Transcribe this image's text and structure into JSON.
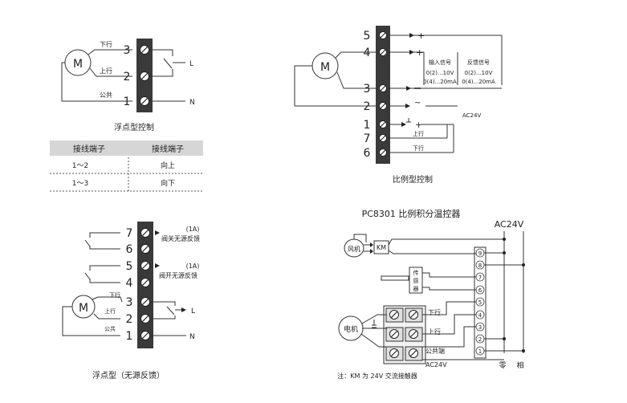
{
  "diagram1": {
    "motor": "M",
    "terminals": [
      "3",
      "2",
      "1"
    ],
    "label_down": "下行",
    "label_up": "上行",
    "label_common": "公共",
    "L": "L",
    "N": "N",
    "caption": "浮点型控制"
  },
  "wiring_table": {
    "headers": [
      "接线端子",
      "接线端子"
    ],
    "rows": [
      [
        "1～2",
        "向上"
      ],
      [
        "1～3",
        "向下"
      ]
    ]
  },
  "diagram2": {
    "motor": "M",
    "terminals": [
      "5",
      "4",
      "3",
      "2",
      "1",
      "7",
      "6"
    ],
    "input_signal": "输入信号",
    "input_v": "0(2)...10V",
    "input_ma": "0(4)...20mA",
    "feedback_signal": "反馈信号",
    "feedback_v": "0(2)...10V",
    "feedback_ma": "0(4)...20mA",
    "ac24v": "AC24V",
    "label_up": "上行",
    "label_down": "下行",
    "caption": "比例型控制"
  },
  "diagram3": {
    "motor": "M",
    "terminals": [
      "7",
      "6",
      "5",
      "4",
      "3",
      "2",
      "1"
    ],
    "rating1": "(1A)",
    "switch_close": "阀关无源反馈",
    "rating2": "(1A)",
    "switch_open": "阀开无源反馈",
    "label_down": "下行",
    "label_up": "上行",
    "label_common": "公共",
    "L": "L",
    "N": "N",
    "caption": "浮点型（无源反馈）"
  },
  "diagram4": {
    "title": "PC8301 比例积分温控器",
    "ac24v_top": "AC24V",
    "fan": "风机",
    "km": "KM",
    "sensor": [
      "传",
      "感",
      "器"
    ],
    "motor": "电机",
    "label_down": "下行",
    "label_up": "上行",
    "label_common": "公共端",
    "ac24v_bottom": "AC24V",
    "zero": "零",
    "phase": "相",
    "terminals": [
      "9",
      "8",
      "7",
      "6",
      "5",
      "4",
      "3",
      "2",
      "1"
    ],
    "note": "注：KM 为 24V 交流接触器"
  }
}
